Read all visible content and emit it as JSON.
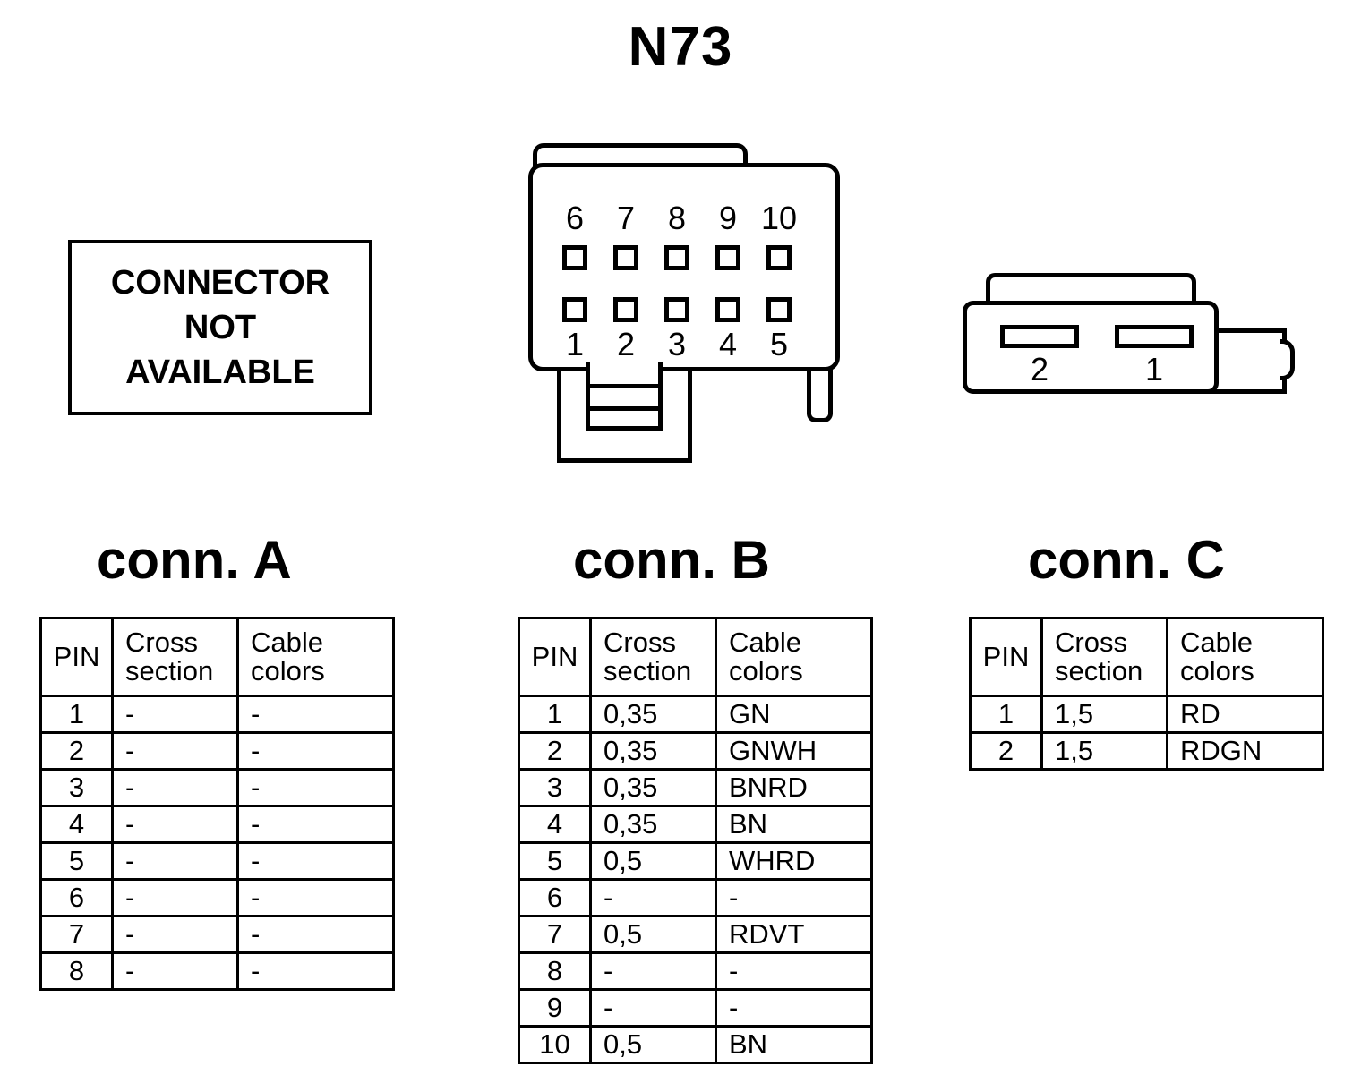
{
  "title": "N73",
  "placard": {
    "name": "connector-not-available",
    "lines": [
      "CONNECTOR",
      "NOT",
      "AVAILABLE"
    ]
  },
  "connector_b_figure": {
    "top_row_labels": [
      "6",
      "7",
      "8",
      "9",
      "10"
    ],
    "bottom_row_labels": [
      "1",
      "2",
      "3",
      "4",
      "5"
    ],
    "pin_count": 10
  },
  "connector_c_figure": {
    "slot_labels": [
      "2",
      "1"
    ],
    "pin_count": 2
  },
  "headings": {
    "a": "conn. A",
    "b": "conn. B",
    "c": "conn. C"
  },
  "table_headers": {
    "pin": "PIN",
    "cross": "Cross",
    "section": "section",
    "cable": "Cable",
    "colors": "colors"
  },
  "tables": {
    "conn_a": {
      "name": "conn. A",
      "columns": [
        "PIN",
        "Cross section",
        "Cable colors"
      ],
      "rows": [
        {
          "pin": "1",
          "cross_section": "-",
          "cable_colors": "-"
        },
        {
          "pin": "2",
          "cross_section": "-",
          "cable_colors": "-"
        },
        {
          "pin": "3",
          "cross_section": "-",
          "cable_colors": "-"
        },
        {
          "pin": "4",
          "cross_section": "-",
          "cable_colors": "-"
        },
        {
          "pin": "5",
          "cross_section": "-",
          "cable_colors": "-"
        },
        {
          "pin": "6",
          "cross_section": "-",
          "cable_colors": "-"
        },
        {
          "pin": "7",
          "cross_section": "-",
          "cable_colors": "-"
        },
        {
          "pin": "8",
          "cross_section": "-",
          "cable_colors": "-"
        }
      ]
    },
    "conn_b": {
      "name": "conn. B",
      "columns": [
        "PIN",
        "Cross section",
        "Cable colors"
      ],
      "rows": [
        {
          "pin": "1",
          "cross_section": "0,35",
          "cable_colors": "GN"
        },
        {
          "pin": "2",
          "cross_section": "0,35",
          "cable_colors": "GNWH"
        },
        {
          "pin": "3",
          "cross_section": "0,35",
          "cable_colors": "BNRD"
        },
        {
          "pin": "4",
          "cross_section": "0,35",
          "cable_colors": "BN"
        },
        {
          "pin": "5",
          "cross_section": "0,5",
          "cable_colors": "WHRD"
        },
        {
          "pin": "6",
          "cross_section": "-",
          "cable_colors": "-"
        },
        {
          "pin": "7",
          "cross_section": "0,5",
          "cable_colors": "RDVT"
        },
        {
          "pin": "8",
          "cross_section": "-",
          "cable_colors": "-"
        },
        {
          "pin": "9",
          "cross_section": "-",
          "cable_colors": "-"
        },
        {
          "pin": "10",
          "cross_section": "0,5",
          "cable_colors": "BN"
        }
      ]
    },
    "conn_c": {
      "name": "conn. C",
      "columns": [
        "PIN",
        "Cross section",
        "Cable colors"
      ],
      "rows": [
        {
          "pin": "1",
          "cross_section": "1,5",
          "cable_colors": "RD"
        },
        {
          "pin": "2",
          "cross_section": "1,5",
          "cable_colors": "RDGN"
        }
      ]
    }
  },
  "colors": {
    "ink": "#000000",
    "paper": "#ffffff"
  }
}
